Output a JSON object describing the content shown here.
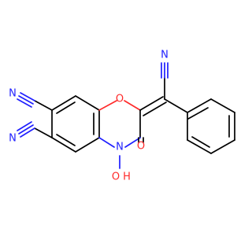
{
  "colors": {
    "nitrogen": "#1f1fff",
    "oxygen": "#ff2a2a",
    "carbon_bond": "#000000",
    "background": "#ffffff"
  },
  "atoms": {
    "nitrile_n_top": "N",
    "nitrile_n_left_upper": "N",
    "nitrile_n_left_lower": "N",
    "ring_o": "O",
    "carbonyl_o": "O",
    "ring_n": "N",
    "hydroxyl_o": "O",
    "hydroxyl_h": "H"
  }
}
